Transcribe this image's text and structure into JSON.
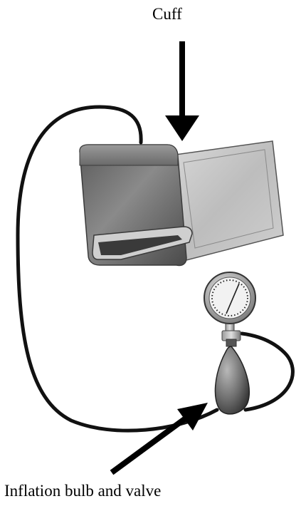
{
  "labels": {
    "cuff": "Cuff",
    "bulb": "Inflation bulb and valve"
  },
  "colors": {
    "text": "#000000",
    "arrow": "#000000",
    "tube": "#111111",
    "cuff_dark": "#4d4d4d",
    "cuff_light": "#c8c8c8",
    "bulb_dark": "#2e2e2e",
    "bulb_light": "#a8a8a8",
    "gauge_face": "#f2f2f2"
  },
  "icons": {
    "cuff": "blood-pressure-cuff",
    "gauge": "pressure-gauge-dial",
    "bulb": "inflation-bulb"
  }
}
